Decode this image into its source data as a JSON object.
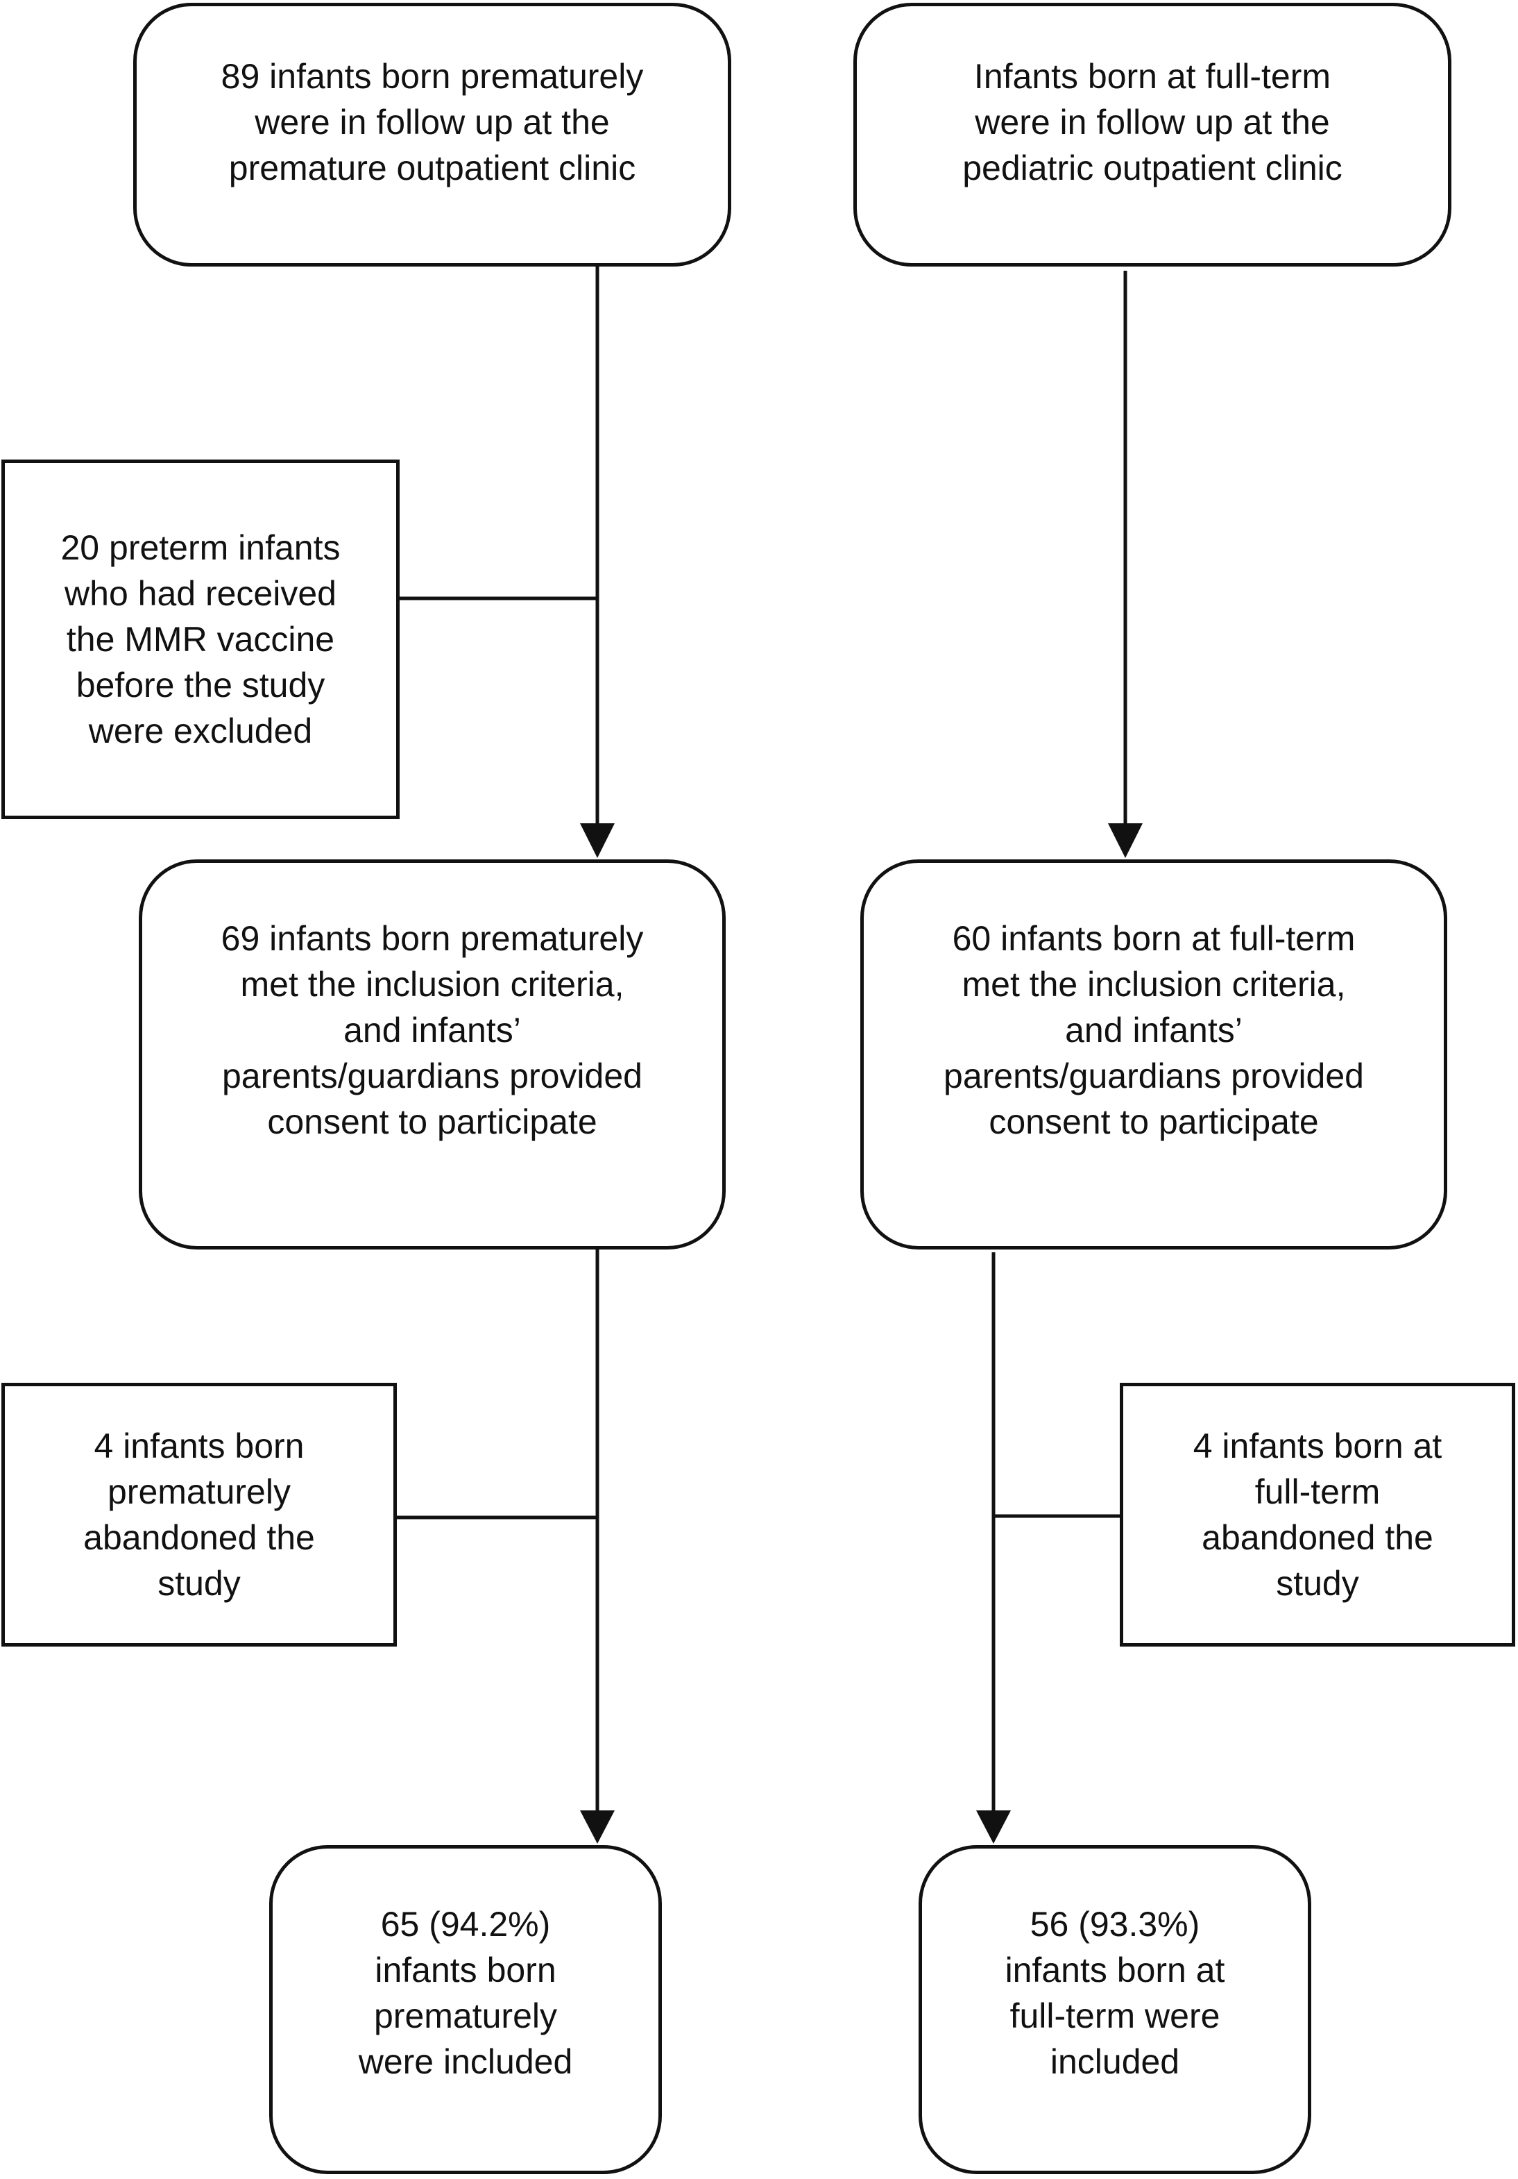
{
  "boxes": {
    "premature_start": "89 infants born prematurely\nwere in follow up at the\npremature outpatient clinic",
    "fullterm_start": "Infants born at full-term\nwere in follow up at the\npediatric outpatient clinic",
    "preterm_excluded": "20 preterm infants\nwho had received\nthe MMR vaccine\nbefore the study\nwere excluded",
    "premature_criteria": "69 infants born prematurely\nmet the inclusion criteria,\nand infants’\nparents/guardians provided\nconsent to participate",
    "fullterm_criteria": "60 infants born at full-term\nmet the inclusion criteria,\nand infants’\nparents/guardians provided\nconsent to participate",
    "premature_dropout": "4 infants born\nprematurely\nabandoned the\nstudy",
    "fullterm_dropout": "4 infants born at\nfull-term\nabandoned the\nstudy",
    "premature_included": "65 (94.2%)\ninfants born\nprematurely\nwere included",
    "fullterm_included": "56 (93.3%)\ninfants born at\nfull-term were\nincluded"
  }
}
